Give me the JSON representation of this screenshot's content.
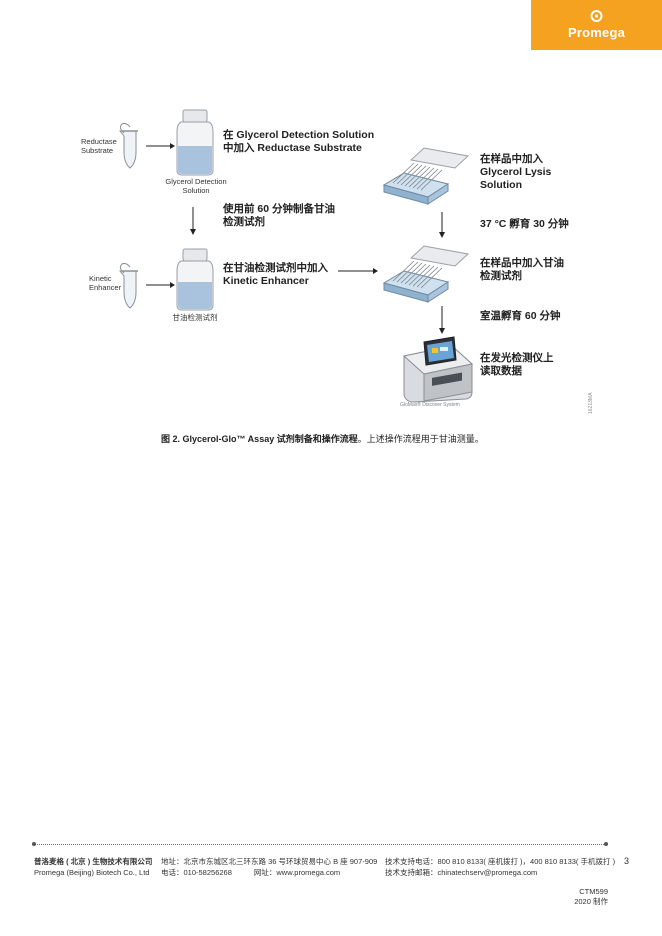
{
  "brand": {
    "name": "Promega",
    "color": "#f4a21f"
  },
  "diagram": {
    "reductase_label": "Reductase\nSubstrate",
    "bottle1_label": "Glycerol Detection\nSolution",
    "step1": "在 Glycerol Detection Solution\n中加入 Reductase Substrate",
    "step2": "使用前 60 分钟制备甘油\n检测试剂",
    "kinetic_label": "Kinetic\nEnhancer",
    "bottle2_label": "甘油检测试剂",
    "step3": "在甘油检测试剂中加入\nKinetic Enhancer",
    "step4": "在样品中加入\nGlycerol Lysis\nSolution",
    "step5": "37 °C 孵育 30 分钟",
    "step6": "在样品中加入甘油\n检测试剂",
    "step7": "室温孵育 60 分钟",
    "step8": "在发光检测仪上\n读取数据",
    "instrument_label": "GloMax® Discover System",
    "figure_code": "16213MA"
  },
  "caption": {
    "bold": "图 2. Glycerol-Glo™ Assay 试剂制备和操作流程",
    "rest": "。上述操作流程用于甘油测量。"
  },
  "footer": {
    "company_cn": "普洛麦格 ( 北京 ) 生物技术有限公司",
    "company_en": "Promega (Beijing) Biotech Co., Ltd",
    "address": "地址：北京市东城区北三环东路 36 号环球贸易中心 B 座 907-909",
    "phone": "电话：010-58256268",
    "website": "网址：www.promega.com",
    "support_phone": "技术支持电话：800 810 8133( 座机拨打 )，400 810 8133( 手机拨打 )",
    "support_email": "技术支持邮箱：chinatechserv@promega.com",
    "page_number": "3",
    "doc_code": "CTM599",
    "year": "2020 制作"
  }
}
